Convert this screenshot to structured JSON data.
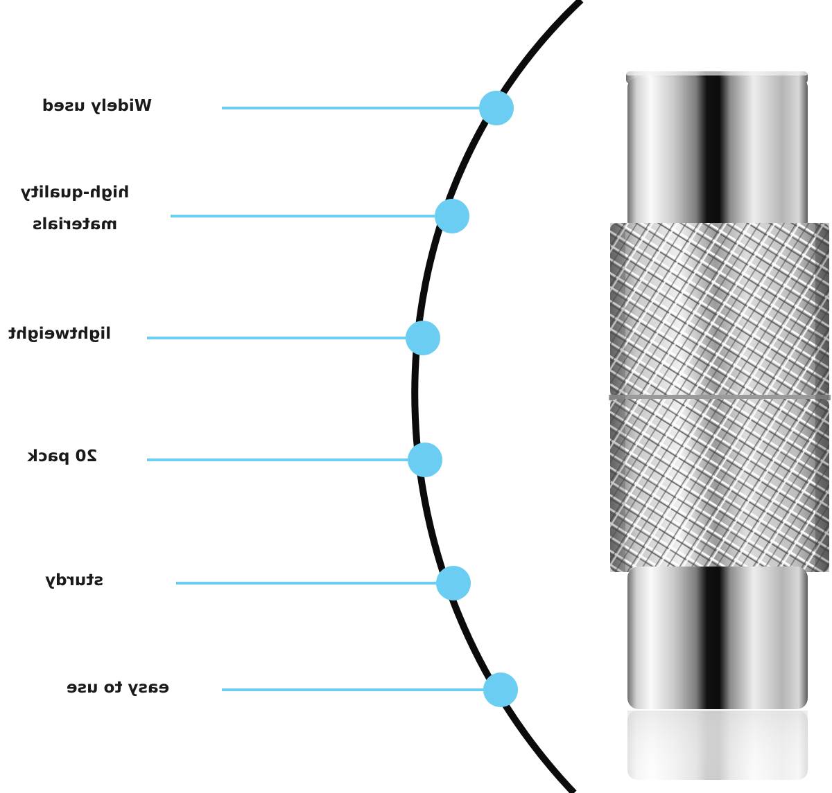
{
  "features": [
    {
      "label": "Widely used"
    },
    {
      "label": "high-quality materials"
    },
    {
      "label": "lightweight"
    },
    {
      "label": "20 pack"
    },
    {
      "label": "sturdy"
    },
    {
      "label": "easy to use"
    }
  ],
  "colors": {
    "accent": "#6bcdf2",
    "arc": "#0b0b0b",
    "background": "#ffffff",
    "text": "#1a1a1a"
  },
  "icons": {
    "product": "knurled-metal-connector-icon"
  }
}
